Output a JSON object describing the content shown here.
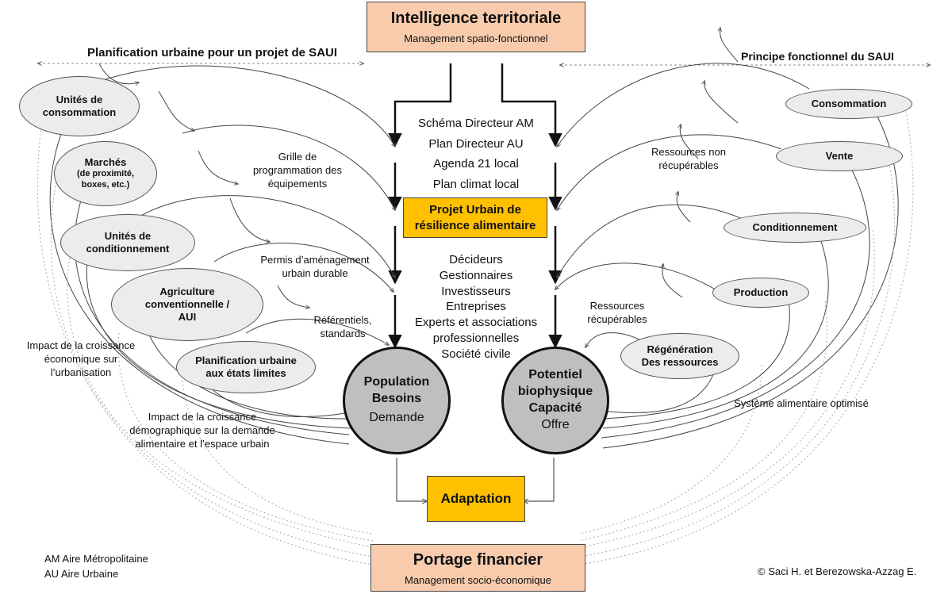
{
  "top_box": {
    "title": "Intelligence territoriale",
    "subtitle": "Management spatio-fonctionnel"
  },
  "bottom_box": {
    "title": "Portage financier",
    "subtitle": "Management socio-économique"
  },
  "left_header": "Planification urbaine pour un projet de SAUI",
  "right_header": "Principe fonctionnel du SAUI",
  "plans": [
    "Schéma Directeur AM",
    "Plan Directeur AU",
    "Agenda 21 local",
    "Plan climat local"
  ],
  "projet_urbain": {
    "line1": "Projet Urbain de",
    "line2": "résilience alimentaire"
  },
  "actors": [
    "Décideurs",
    "Gestionnaires",
    "Investisseurs",
    "Entreprises",
    "Experts et associations",
    "professionnelles",
    "Société civile"
  ],
  "population": {
    "line1": "Population",
    "line2": "Besoins",
    "line3": "Demande"
  },
  "potentiel": {
    "line1": "Potentiel",
    "line2": "biophysique",
    "line3": "Capacité",
    "line4": "Offre"
  },
  "adaptation": "Adaptation",
  "left_ellipses": {
    "unites_consommation": {
      "line1": "Unités de",
      "line2": "consommation"
    },
    "marches": {
      "line1": "Marchés",
      "line2": "(de proximité,",
      "line3": "boxes, etc.)"
    },
    "unites_conditionnement": {
      "line1": "Unités de",
      "line2": "conditionnement"
    },
    "agriculture": {
      "line1": "Agriculture",
      "line2": "conventionnelle /",
      "line3": "AUI"
    },
    "planification": {
      "line1": "Planification urbaine",
      "line2": "aux états limites"
    }
  },
  "right_ellipses": {
    "consommation": "Consommation",
    "vente": "Vente",
    "conditionnement": "Conditionnement",
    "production": "Production",
    "regeneration": {
      "line1": "Régénération",
      "line2": "Des ressources"
    }
  },
  "left_labels": {
    "grille": {
      "line1": "Grille de",
      "line2": "programmation des",
      "line3": "équipements"
    },
    "permis": {
      "line1": "Permis d’aménagement",
      "line2": "urbain durable"
    },
    "referentiels": {
      "line1": "Référentiels,",
      "line2": "standards"
    },
    "impact_eco": {
      "line1": "Impact de la croissance",
      "line2": "économique sur",
      "line3": "l’urbanisation"
    },
    "impact_demo": {
      "line1": "Impact de la croissance",
      "line2": "démographique sur la demande",
      "line3": "alimentaire et l’espace urbain"
    }
  },
  "right_labels": {
    "ressources_non": {
      "line1": "Ressources non",
      "line2": "récupérables"
    },
    "ressources_rec": {
      "line1": "Ressources",
      "line2": "récupérables"
    },
    "systeme": "Système alimentaire optimisé"
  },
  "legend": {
    "am": "AM Aire Métropolitaine",
    "au": "AU Aire Urbaine"
  },
  "copyright": "© Saci H. et Berezowska-Azzag E.",
  "colors": {
    "salmon": "#f8cbad",
    "gold": "#ffc000",
    "ellipse": "#ececec",
    "circle": "#bfbfbf"
  }
}
